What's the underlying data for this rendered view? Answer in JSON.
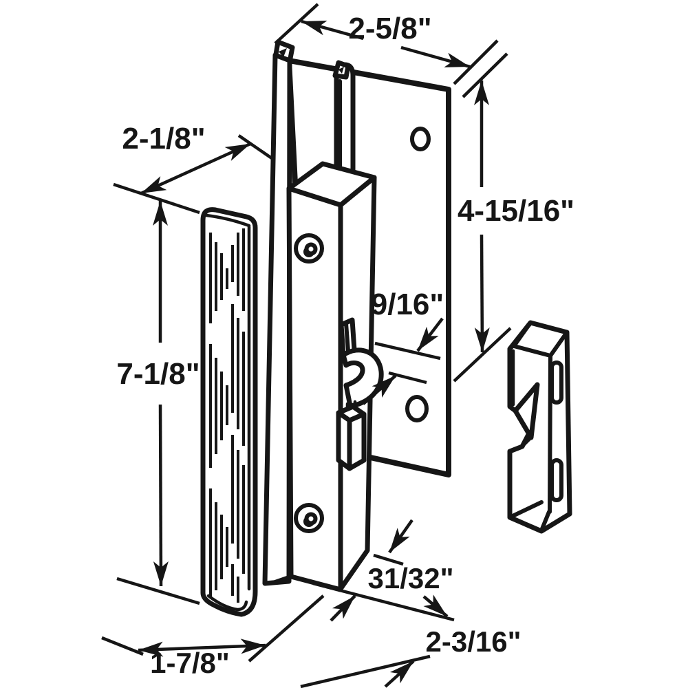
{
  "diagram": {
    "background": "#ffffff",
    "line_color": "#161616",
    "dimensions": {
      "top_width": "2-5/8\"",
      "handle_offset": "2-1/8\"",
      "handle_height": "7-1/8\"",
      "plate_height": "4-15/16\"",
      "latch_gap": "9/16\"",
      "hook_offset": "31/32\"",
      "base_width": "2-3/16\"",
      "handle_depth": "1-7/8\""
    }
  }
}
